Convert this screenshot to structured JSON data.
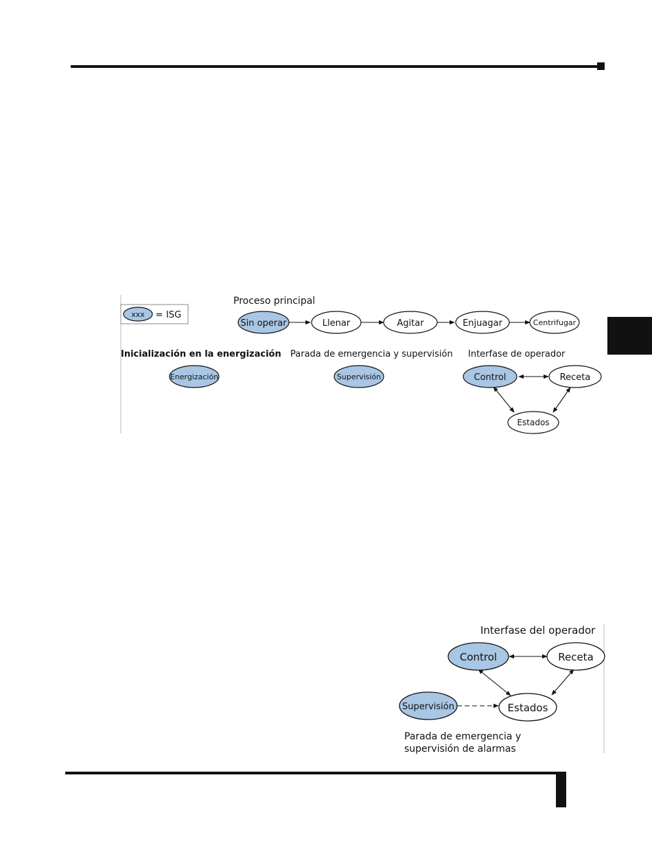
{
  "colors": {
    "isg_fill": "#a9c6e4",
    "state_fill": "#ffffff",
    "stroke": "#111111",
    "tab": "#111111"
  },
  "diagram1": {
    "legend": {
      "node": "xxx",
      "equals": "=",
      "meaning": "ISG"
    },
    "proceso": {
      "title": "Proceso principal",
      "nodes": [
        "Sin operar",
        "Llenar",
        "Agitar",
        "Enjuagar",
        "Centrifugar"
      ]
    },
    "inicializacion": {
      "title": "Inicialización en la energización",
      "node": "Energización"
    },
    "parada": {
      "title": "Parada de emergencia y supervisión",
      "node": "Supervisión"
    },
    "interfase": {
      "title": "Interfase de operador",
      "control": "Control",
      "receta": "Receta",
      "estados": "Estados"
    }
  },
  "diagram2": {
    "title": "Interfase del operador",
    "control": "Control",
    "receta": "Receta",
    "estados": "Estados",
    "supervision": "Supervisión",
    "caption_line1": "Parada de emergencia y",
    "caption_line2": "supervisión de alarmas"
  }
}
